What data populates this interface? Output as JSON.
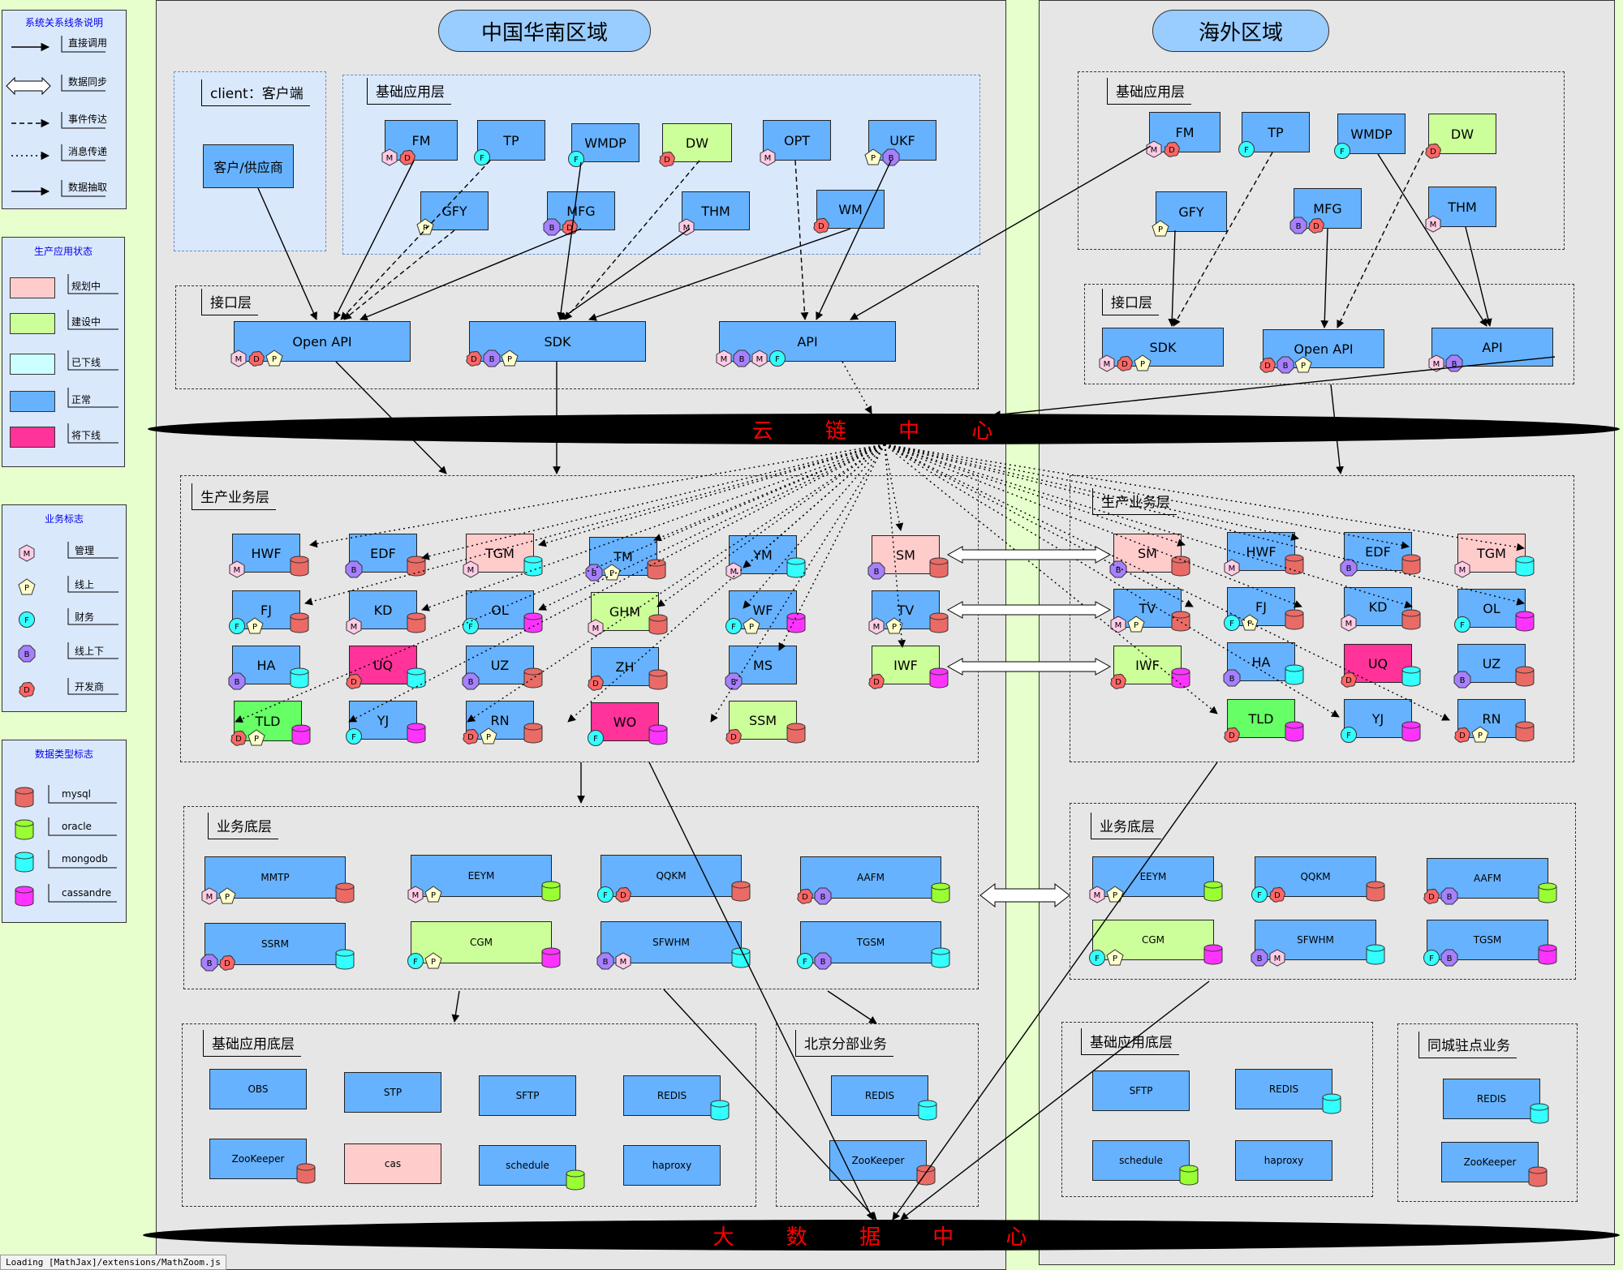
{
  "legend_lines": {
    "title": "系统关系线条说明",
    "items": [
      "直接调用",
      "数据同步",
      "事件传达",
      "消息传递",
      "数据抽取"
    ]
  },
  "legend_status": {
    "title": "生产应用状态",
    "items": [
      {
        "label": "规划中",
        "color": "#FFCCCC"
      },
      {
        "label": "建设中",
        "color": "#CCFF99"
      },
      {
        "label": "已下线",
        "color": "#CCFFFF"
      },
      {
        "label": "正常",
        "color": "#66B2FF"
      },
      {
        "label": "将下线",
        "color": "#FF3399"
      }
    ]
  },
  "legend_business": {
    "title": "业务标志",
    "items": [
      {
        "badge": "M",
        "label": "管理"
      },
      {
        "badge": "P",
        "label": "线上"
      },
      {
        "badge": "F",
        "label": "财务"
      },
      {
        "badge": "B",
        "label": "线上下"
      },
      {
        "badge": "D",
        "label": "开发商"
      }
    ]
  },
  "legend_datatype": {
    "title": "数据类型标志",
    "items": [
      {
        "db": "mysql",
        "label": "mysql"
      },
      {
        "db": "oracle",
        "label": "oracle"
      },
      {
        "db": "mongodb",
        "label": "mongodb"
      },
      {
        "db": "cassandre",
        "label": "cassandre"
      }
    ]
  },
  "colors": {
    "planned": "#FFCCCC",
    "building": "#CCFF99",
    "offline": "#CCFFFF",
    "normal": "#66B2FF",
    "retiring": "#FF3399",
    "mysql": "#EA6B66",
    "oracle": "#99FF33",
    "mongodb": "#33FFFF",
    "cassandre": "#FF33FF",
    "M": "#FFCCE6",
    "P": "#FFFFCC",
    "F": "#33FFFF",
    "B": "#A680FF",
    "D": "#FF6666"
  },
  "regions": {
    "south": "中国华南区域",
    "overseas": "海外区域"
  },
  "hubs": {
    "cloud": "云 链 中 心",
    "bigdata": "大 数 据 中 心"
  },
  "groups": {
    "client": "client：客户端",
    "s_base_app": "基础应用层",
    "s_interface": "接口层",
    "s_prod": "生产业务层",
    "s_biz_bottom": "业务底层",
    "s_base_bottom": "基础应用底层",
    "s_beijing": "北京分部业务",
    "o_base_app": "基础应用层",
    "o_interface": "接口层",
    "o_prod": "生产业务层",
    "o_biz_bottom": "业务底层",
    "o_base_bottom": "基础应用底层",
    "o_local": "同城驻点业务"
  },
  "nodes": [
    {
      "id": "client-node",
      "label": "客户/供应商",
      "status": "normal",
      "db": null,
      "badges": []
    },
    {
      "id": "s-fm",
      "label": "FM",
      "status": "normal",
      "db": null,
      "badges": [
        "M",
        "D"
      ]
    },
    {
      "id": "s-tp",
      "label": "TP",
      "status": "normal",
      "db": null,
      "badges": [
        "F"
      ]
    },
    {
      "id": "s-wmdp",
      "label": "WMDP",
      "status": "normal",
      "db": null,
      "badges": [
        "F"
      ]
    },
    {
      "id": "s-dw",
      "label": "DW",
      "status": "building",
      "db": null,
      "badges": [
        "D"
      ]
    },
    {
      "id": "s-opt",
      "label": "OPT",
      "status": "normal",
      "db": null,
      "badges": [
        "M"
      ]
    },
    {
      "id": "s-ukf",
      "label": "UKF",
      "status": "normal",
      "db": null,
      "badges": [
        "P",
        "B"
      ]
    },
    {
      "id": "s-gfy",
      "label": "GFY",
      "status": "normal",
      "db": null,
      "badges": [
        "P"
      ]
    },
    {
      "id": "s-mfg",
      "label": "MFG",
      "status": "normal",
      "db": null,
      "badges": [
        "B",
        "D"
      ]
    },
    {
      "id": "s-thm",
      "label": "THM",
      "status": "normal",
      "db": null,
      "badges": [
        "M"
      ]
    },
    {
      "id": "s-wm",
      "label": "WM",
      "status": "normal",
      "db": null,
      "badges": [
        "D"
      ]
    },
    {
      "id": "s-openapi",
      "label": "Open API",
      "status": "normal",
      "db": null,
      "badges": [
        "M",
        "D",
        "P"
      ]
    },
    {
      "id": "s-sdk",
      "label": "SDK",
      "status": "normal",
      "db": null,
      "badges": [
        "D",
        "B",
        "P"
      ]
    },
    {
      "id": "s-api",
      "label": "API",
      "status": "normal",
      "db": null,
      "badges": [
        "M",
        "B",
        "M",
        "F"
      ]
    },
    {
      "id": "s-hwf",
      "label": "HWF",
      "status": "normal",
      "db": "mysql",
      "badges": [
        "M"
      ]
    },
    {
      "id": "s-edf",
      "label": "EDF",
      "status": "normal",
      "db": "mysql",
      "badges": [
        "B"
      ]
    },
    {
      "id": "s-tgm",
      "label": "TGM",
      "status": "planned",
      "db": "mongodb",
      "badges": [
        "M"
      ]
    },
    {
      "id": "s-tm",
      "label": "TM",
      "status": "normal",
      "db": "mysql",
      "badges": [
        "B",
        "P"
      ]
    },
    {
      "id": "s-ym",
      "label": "YM",
      "status": "normal",
      "db": "mongodb",
      "badges": [
        "M"
      ]
    },
    {
      "id": "s-sm",
      "label": "SM",
      "status": "planned",
      "db": "mysql",
      "badges": [
        "B"
      ]
    },
    {
      "id": "s-fj",
      "label": "FJ",
      "status": "normal",
      "db": "mysql",
      "badges": [
        "F",
        "P"
      ]
    },
    {
      "id": "s-kd",
      "label": "KD",
      "status": "normal",
      "db": "mysql",
      "badges": [
        "M"
      ]
    },
    {
      "id": "s-ol",
      "label": "OL",
      "status": "normal",
      "db": "cassandre",
      "badges": [
        "F"
      ]
    },
    {
      "id": "s-ghm",
      "label": "GHM",
      "status": "building",
      "db": "mysql",
      "badges": [
        "M"
      ]
    },
    {
      "id": "s-wf",
      "label": "WF",
      "status": "normal",
      "db": "cassandre",
      "badges": [
        "F",
        "P"
      ]
    },
    {
      "id": "s-tv",
      "label": "TV",
      "status": "normal",
      "db": "mysql",
      "badges": [
        "M",
        "P"
      ]
    },
    {
      "id": "s-ha",
      "label": "HA",
      "status": "normal",
      "db": "mongodb",
      "badges": [
        "B"
      ]
    },
    {
      "id": "s-uq",
      "label": "UQ",
      "status": "retiring",
      "db": "mongodb",
      "badges": [
        "D"
      ]
    },
    {
      "id": "s-uz",
      "label": "UZ",
      "status": "normal",
      "db": "mysql",
      "badges": [
        "B"
      ]
    },
    {
      "id": "s-zh",
      "label": "ZH",
      "status": "normal",
      "db": "mysql",
      "badges": [
        "D"
      ]
    },
    {
      "id": "s-ms",
      "label": "MS",
      "status": "normal",
      "db": null,
      "badges": [
        "B"
      ]
    },
    {
      "id": "s-iwf",
      "label": "IWF",
      "status": "building",
      "db": "cassandre",
      "badges": [
        "D"
      ]
    },
    {
      "id": "s-tld",
      "label": "TLD",
      "status": "building-green",
      "db": "cassandre",
      "badges": [
        "D",
        "P"
      ]
    },
    {
      "id": "s-yj",
      "label": "YJ",
      "status": "normal",
      "db": "cassandre",
      "badges": [
        "F"
      ]
    },
    {
      "id": "s-rn",
      "label": "RN",
      "status": "normal",
      "db": "mysql",
      "badges": [
        "D",
        "P"
      ]
    },
    {
      "id": "s-wo",
      "label": "WO",
      "status": "retiring",
      "db": "cassandre",
      "badges": [
        "F"
      ]
    },
    {
      "id": "s-ssm",
      "label": "SSM",
      "status": "building",
      "db": "mysql",
      "badges": [
        "D"
      ]
    },
    {
      "id": "s-mmtp",
      "label": "MMTP",
      "status": "normal",
      "db": "mysql",
      "badges": [
        "M",
        "P"
      ]
    },
    {
      "id": "s-eeym",
      "label": "EEYM",
      "status": "normal",
      "db": "oracle",
      "badges": [
        "M",
        "P"
      ]
    },
    {
      "id": "s-qqkm",
      "label": "QQKM",
      "status": "normal",
      "db": "mysql",
      "badges": [
        "F",
        "D"
      ]
    },
    {
      "id": "s-aafm",
      "label": "AAFM",
      "status": "normal",
      "db": "oracle",
      "badges": [
        "D",
        "B"
      ]
    },
    {
      "id": "s-ssrm",
      "label": "SSRM",
      "status": "normal",
      "db": "mongodb",
      "badges": [
        "B",
        "D"
      ]
    },
    {
      "id": "s-cgm",
      "label": "CGM",
      "status": "building",
      "db": "cassandre",
      "badges": [
        "F",
        "P"
      ]
    },
    {
      "id": "s-sfwhm",
      "label": "SFWHM",
      "status": "normal",
      "db": "mongodb",
      "badges": [
        "B",
        "M"
      ]
    },
    {
      "id": "s-tgsm",
      "label": "TGSM",
      "status": "normal",
      "db": "mongodb",
      "badges": [
        "F",
        "B"
      ]
    },
    {
      "id": "s-obs",
      "label": "OBS",
      "status": "normal",
      "db": null,
      "badges": []
    },
    {
      "id": "s-stp",
      "label": "STP",
      "status": "normal",
      "db": null,
      "badges": []
    },
    {
      "id": "s-sftp",
      "label": "SFTP",
      "status": "normal",
      "db": null,
      "badges": []
    },
    {
      "id": "s-redis",
      "label": "REDIS",
      "status": "normal",
      "db": "mongodb",
      "badges": []
    },
    {
      "id": "s-zookeeper",
      "label": "ZooKeeper",
      "status": "normal",
      "db": "mysql",
      "badges": []
    },
    {
      "id": "s-cas",
      "label": "cas",
      "status": "planned",
      "db": null,
      "badges": []
    },
    {
      "id": "s-schedule",
      "label": "schedule",
      "status": "normal",
      "db": "oracle",
      "badges": []
    },
    {
      "id": "s-haproxy",
      "label": "haproxy",
      "status": "normal",
      "db": null,
      "badges": []
    },
    {
      "id": "bj-redis",
      "label": "REDIS",
      "status": "normal",
      "db": "mongodb",
      "badges": []
    },
    {
      "id": "bj-zookeeper",
      "label": "ZooKeeper",
      "status": "normal",
      "db": "mysql",
      "badges": []
    },
    {
      "id": "o-fm",
      "label": "FM",
      "status": "normal",
      "db": null,
      "badges": [
        "M",
        "D"
      ]
    },
    {
      "id": "o-tp",
      "label": "TP",
      "status": "normal",
      "db": null,
      "badges": [
        "F"
      ]
    },
    {
      "id": "o-wmdp",
      "label": "WMDP",
      "status": "normal",
      "db": null,
      "badges": [
        "F"
      ]
    },
    {
      "id": "o-dw",
      "label": "DW",
      "status": "building",
      "db": null,
      "badges": [
        "D"
      ]
    },
    {
      "id": "o-gfy",
      "label": "GFY",
      "status": "normal",
      "db": null,
      "badges": [
        "P"
      ]
    },
    {
      "id": "o-mfg",
      "label": "MFG",
      "status": "normal",
      "db": null,
      "badges": [
        "B",
        "D"
      ]
    },
    {
      "id": "o-thm",
      "label": "THM",
      "status": "normal",
      "db": null,
      "badges": [
        "M"
      ]
    },
    {
      "id": "o-sdk",
      "label": "SDK",
      "status": "normal",
      "db": null,
      "badges": [
        "M",
        "D",
        "P"
      ]
    },
    {
      "id": "o-openapi",
      "label": "Open API",
      "status": "normal",
      "db": null,
      "badges": [
        "D",
        "B",
        "P"
      ]
    },
    {
      "id": "o-api",
      "label": "API",
      "status": "normal",
      "db": null,
      "badges": [
        "M",
        "B"
      ]
    },
    {
      "id": "o-sm",
      "label": "SM",
      "status": "planned",
      "db": "mysql",
      "badges": [
        "B"
      ]
    },
    {
      "id": "o-hwf",
      "label": "HWF",
      "status": "normal",
      "db": "mysql",
      "badges": [
        "M"
      ]
    },
    {
      "id": "o-edf",
      "label": "EDF",
      "status": "normal",
      "db": "mysql",
      "badges": [
        "B"
      ]
    },
    {
      "id": "o-tgm",
      "label": "TGM",
      "status": "planned",
      "db": "mongodb",
      "badges": [
        "M"
      ]
    },
    {
      "id": "o-tv",
      "label": "TV",
      "status": "normal",
      "db": "mysql",
      "badges": [
        "M",
        "P"
      ]
    },
    {
      "id": "o-fj",
      "label": "FJ",
      "status": "normal",
      "db": "mysql",
      "badges": [
        "F",
        "P"
      ]
    },
    {
      "id": "o-kd",
      "label": "KD",
      "status": "normal",
      "db": "mysql",
      "badges": [
        "M"
      ]
    },
    {
      "id": "o-ol",
      "label": "OL",
      "status": "normal",
      "db": "cassandre",
      "badges": [
        "F"
      ]
    },
    {
      "id": "o-iwf",
      "label": "IWF",
      "status": "building",
      "db": "cassandre",
      "badges": [
        "D"
      ]
    },
    {
      "id": "o-ha",
      "label": "HA",
      "status": "normal",
      "db": "mongodb",
      "badges": [
        "B"
      ]
    },
    {
      "id": "o-uq",
      "label": "UQ",
      "status": "retiring",
      "db": "mongodb",
      "badges": [
        "D"
      ]
    },
    {
      "id": "o-uz",
      "label": "UZ",
      "status": "normal",
      "db": "mysql",
      "badges": [
        "B"
      ]
    },
    {
      "id": "o-tld",
      "label": "TLD",
      "status": "building-green",
      "db": "cassandre",
      "badges": [
        "D"
      ]
    },
    {
      "id": "o-yj",
      "label": "YJ",
      "status": "normal",
      "db": "cassandre",
      "badges": [
        "F"
      ]
    },
    {
      "id": "o-rn",
      "label": "RN",
      "status": "normal",
      "db": "mysql",
      "badges": [
        "D",
        "P"
      ]
    },
    {
      "id": "o-eeym",
      "label": "EEYM",
      "status": "normal",
      "db": "oracle",
      "badges": [
        "M",
        "P"
      ]
    },
    {
      "id": "o-qqkm",
      "label": "QQKM",
      "status": "normal",
      "db": "mysql",
      "badges": [
        "F",
        "D"
      ]
    },
    {
      "id": "o-aafm",
      "label": "AAFM",
      "status": "normal",
      "db": "oracle",
      "badges": [
        "D",
        "B"
      ]
    },
    {
      "id": "o-cgm",
      "label": "CGM",
      "status": "building",
      "db": "cassandre",
      "badges": [
        "F",
        "P"
      ]
    },
    {
      "id": "o-sfwhm",
      "label": "SFWHM",
      "status": "normal",
      "db": "mongodb",
      "badges": [
        "B",
        "M"
      ]
    },
    {
      "id": "o-tgsm",
      "label": "TGSM",
      "status": "normal",
      "db": "cassandre",
      "badges": [
        "F",
        "B"
      ]
    },
    {
      "id": "o-sftp",
      "label": "SFTP",
      "status": "normal",
      "db": null,
      "badges": []
    },
    {
      "id": "o-redis",
      "label": "REDIS",
      "status": "normal",
      "db": "mongodb",
      "badges": []
    },
    {
      "id": "o-schedule",
      "label": "schedule",
      "status": "normal",
      "db": "oracle",
      "badges": []
    },
    {
      "id": "o-haproxy",
      "label": "haproxy",
      "status": "normal",
      "db": null,
      "badges": []
    },
    {
      "id": "l-redis",
      "label": "REDIS",
      "status": "normal",
      "db": "mongodb",
      "badges": []
    },
    {
      "id": "l-zookeeper",
      "label": "ZooKeeper",
      "status": "normal",
      "db": "mysql",
      "badges": []
    }
  ],
  "status_bar": "Loading [MathJax]/extensions/MathZoom.js"
}
